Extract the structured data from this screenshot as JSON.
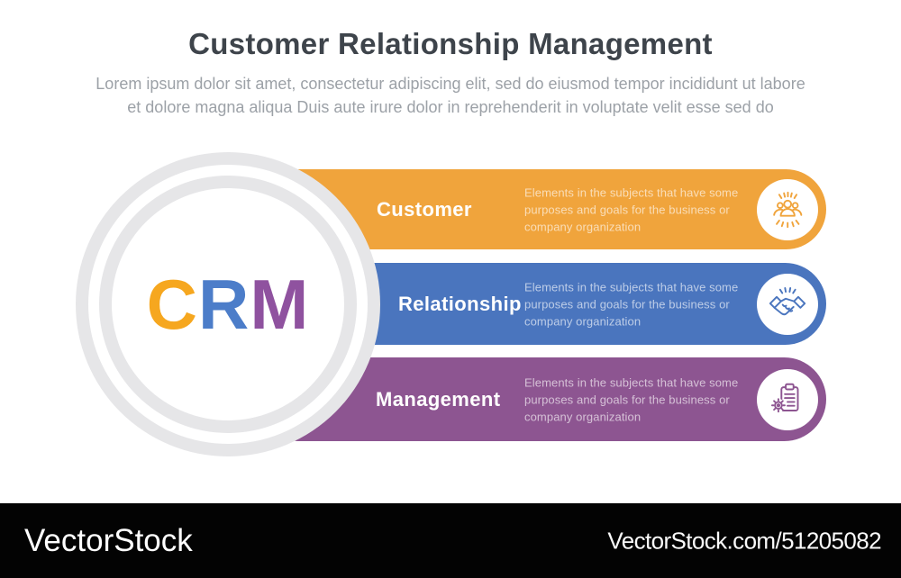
{
  "header": {
    "title": "Customer Relationship Management",
    "subtitle_line1": "Lorem ipsum dolor sit amet, consectetur adipiscing elit, sed do eiusmod tempor incididunt ut labore",
    "subtitle_line2": "et dolore magna aliqua Duis aute irure dolor in reprehenderit in voluptate velit esse sed do"
  },
  "crm_circle": {
    "letters": [
      {
        "char": "C",
        "color": "#f6a71f"
      },
      {
        "char": "R",
        "color": "#4c7dc9"
      },
      {
        "char": "M",
        "color": "#8f529f"
      }
    ],
    "ring_color": "#e6e6e8"
  },
  "rows": [
    {
      "label": "Customer",
      "color": "#f0a43c",
      "icon": "crowd-icon",
      "desc_lines": [
        "Elements in the subjects that have some",
        "purposes and goals for the business or",
        "company organization"
      ]
    },
    {
      "label": "Relationship",
      "color": "#4a75be",
      "icon": "handshake-icon",
      "desc_lines": [
        "Elements in the subjects that have some",
        "purposes and goals for the business or",
        "company organization"
      ]
    },
    {
      "label": "Management",
      "color": "#8d5591",
      "icon": "clipboard-gear-icon",
      "desc_lines": [
        "Elements in the subjects that have some",
        "purposes and goals for the business or",
        "company organization"
      ]
    }
  ],
  "watermark": {
    "logo": "VectorStock",
    "url_label": "VectorStock.com/51205082"
  }
}
